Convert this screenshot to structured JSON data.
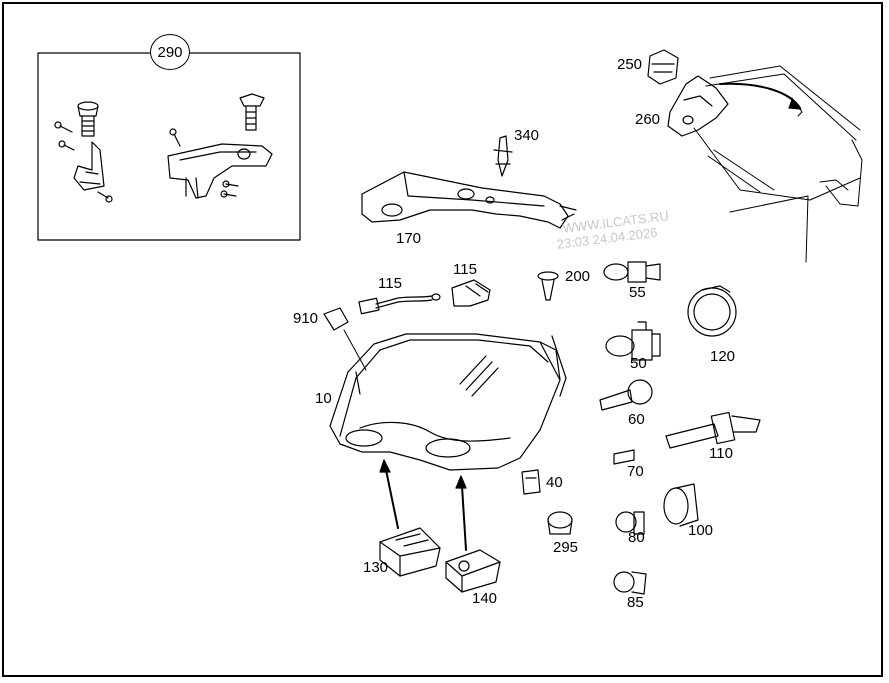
{
  "watermark": {
    "site": "WWW.ILCATS.RU",
    "timestamp": "23:03 24.04.2026"
  },
  "inset": {
    "callout": "290"
  },
  "parts": {
    "p10": "10",
    "p40": "40",
    "p50": "50",
    "p55": "55",
    "p60": "60",
    "p70": "70",
    "p80": "80",
    "p85": "85",
    "p100": "100",
    "p110": "110",
    "p115a": "115",
    "p115b": "115",
    "p120": "120",
    "p130": "130",
    "p140": "140",
    "p170": "170",
    "p200": "200",
    "p250": "250",
    "p260": "260",
    "p295": "295",
    "p340": "340",
    "p910": "910"
  },
  "colors": {
    "line": "#000000",
    "watermark": "#c8c8c8",
    "background": "#ffffff"
  }
}
